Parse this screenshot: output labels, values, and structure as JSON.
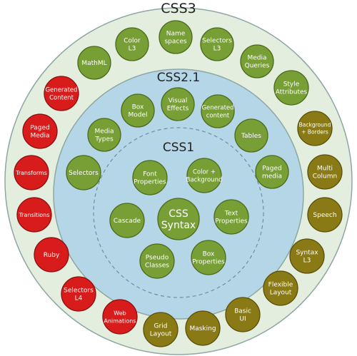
{
  "rings": {
    "css3": "CSS3",
    "css21": "CSS2.1",
    "css1": "CSS1"
  },
  "colors": {
    "outer_ring": "#e4eedf",
    "middle_ring": "#b4d6e6",
    "border": "#8da7a3",
    "green": "#789e36",
    "green_stroke": "#4a6a1c",
    "olive": "#8a7a16",
    "olive_stroke": "#5a4e0a",
    "red": "#d81b1b",
    "red_stroke": "#8a1010"
  },
  "modules": {
    "css_syntax": [
      "CSS",
      "Syntax"
    ],
    "font_properties": [
      "Font",
      "Properties"
    ],
    "color_background": [
      "Color +",
      "Background"
    ],
    "cascade": [
      "Cascade"
    ],
    "text_properties": [
      "Text",
      "Properties"
    ],
    "pseudo_classes": [
      "Pseudo",
      "Classes"
    ],
    "box_properties": [
      "Box",
      "Properties"
    ],
    "box_model": [
      "Box",
      "Model"
    ],
    "visual_effects": [
      "Visual",
      "Effects"
    ],
    "generated_content_21": [
      "Generated",
      "content"
    ],
    "media_types": [
      "Media",
      "Types"
    ],
    "tables": [
      "Tables"
    ],
    "selectors_21": [
      "Selectors"
    ],
    "paged_media_21": [
      "Paged",
      "media"
    ],
    "color_l3": [
      "Color",
      "L3"
    ],
    "namespaces": [
      "Name",
      "spaces"
    ],
    "selectors_l3": [
      "Selectors",
      "L3"
    ],
    "mathml": [
      "MathML"
    ],
    "media_queries": [
      "Media",
      "Queries"
    ],
    "generated_content_3": [
      "Generated",
      "Content"
    ],
    "style_attributes": [
      "Style",
      "Attributes"
    ],
    "paged_media_3": [
      "Paged",
      "Media"
    ],
    "background_borders": [
      "Background",
      "+ Borders"
    ],
    "transforms": [
      "Transforms"
    ],
    "multi_column": [
      "Multi",
      "Column"
    ],
    "transitions": [
      "Transitions"
    ],
    "speech": [
      "Speech"
    ],
    "ruby": [
      "Ruby"
    ],
    "syntax_l3": [
      "Syntax",
      "L3"
    ],
    "selectors_l4": [
      "Selectors",
      "L4"
    ],
    "flexible_layout": [
      "Flexible",
      "Layout"
    ],
    "web_animations": [
      "Web",
      "Animations"
    ],
    "basic_ui": [
      "Basic",
      "UI"
    ],
    "grid_layout": [
      "Grid",
      "Layout"
    ],
    "masking": [
      "Masking"
    ]
  }
}
